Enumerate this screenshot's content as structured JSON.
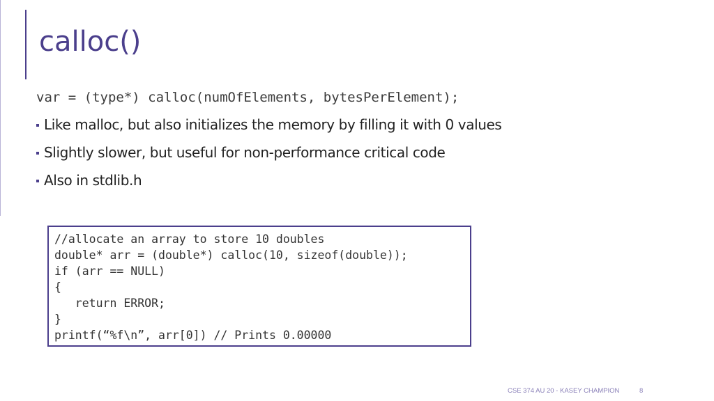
{
  "slide": {
    "title": "calloc()",
    "signature": "var = (type*) calloc(numOfElements, bytesPerElement);",
    "bullets": [
      "Like malloc, but also initializes the memory by filling it with 0 values",
      "Slightly slower, but useful for non-performance critical code",
      "Also in stdlib.h"
    ],
    "code_lines": [
      "//allocate an array to store 10 doubles",
      "double* arr = (double*) calloc(10, sizeof(double));",
      "if (arr == NULL)",
      "{",
      "   return ERROR;",
      "}",
      "printf(“%f\\n”, arr[0]) // Prints 0.00000"
    ],
    "footer": {
      "credit": "CSE 374 AU 20 - KASEY CHAMPION",
      "page_number": "8"
    }
  },
  "colors": {
    "accent": "#4b3f8c",
    "text": "#222222",
    "footer": "#8a80b8"
  }
}
